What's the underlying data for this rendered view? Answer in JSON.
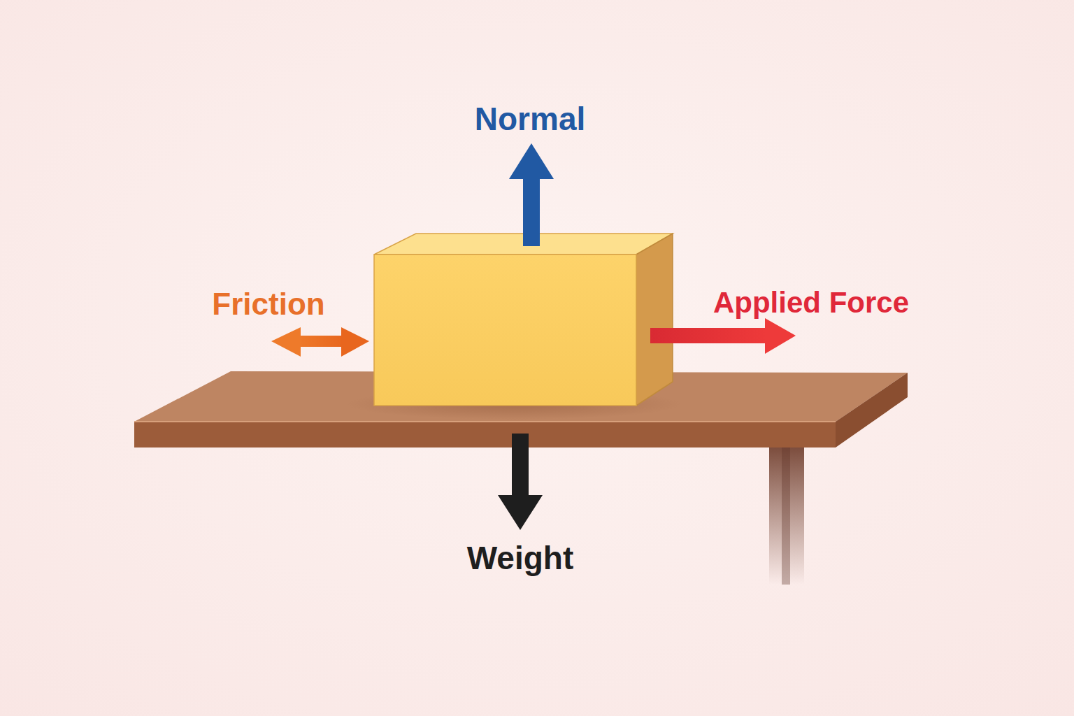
{
  "diagram": {
    "labels": [
      "Normal",
      "Friction",
      "Applied Force",
      "Weight"
    ]
  }
}
